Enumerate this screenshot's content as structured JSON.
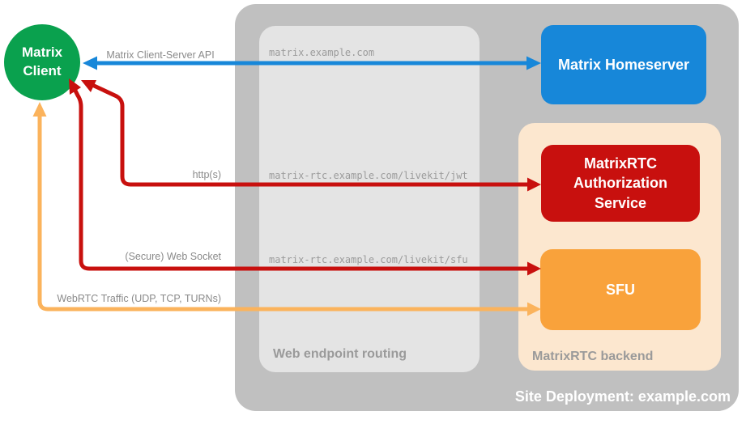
{
  "diagram": {
    "site": {
      "label": "Site Deployment: example.com",
      "bg": "#c0c0c0"
    },
    "routing": {
      "label": "Web endpoint routing",
      "bg": "#e4e4e4",
      "endpoints": [
        "matrix.example.com",
        "matrix-rtc.example.com/livekit/jwt",
        "matrix-rtc.example.com/livekit/sfu"
      ]
    },
    "backend": {
      "label": "MatrixRTC backend",
      "bg": "#fce7cf"
    },
    "nodes": {
      "client": {
        "line1": "Matrix",
        "line2": "Client",
        "color": "#0aa14e"
      },
      "homeserver": {
        "label": "Matrix Homeserver",
        "color": "#1787d9"
      },
      "auth_service": {
        "label": "MatrixRTC Authorization Service",
        "color": "#c8100e"
      },
      "sfu": {
        "label": "SFU",
        "color": "#f9a23b"
      }
    },
    "arrows": {
      "cs_api": {
        "label": "Matrix Client-Server API",
        "color": "#1787d9"
      },
      "http": {
        "label": "http(s)",
        "color": "#c8100e"
      },
      "websocket": {
        "label": "(Secure) Web Socket",
        "color": "#c8100e"
      },
      "webrtc": {
        "label": "WebRTC Traffic (UDP, TCP, TURNs)",
        "color": "#fbb35c"
      }
    }
  }
}
